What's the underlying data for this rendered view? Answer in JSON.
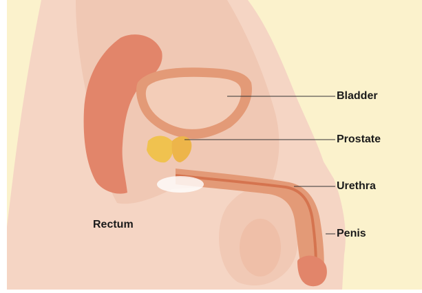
{
  "diagram": {
    "labels": {
      "bladder": "Bladder",
      "prostate": "Prostate",
      "urethra": "Urethra",
      "penis": "Penis",
      "rectum": "Rectum"
    },
    "colors": {
      "background": "#FBF2CC",
      "skin": "#F5D5C4",
      "tissue": "#EBB9A2",
      "organ_wall": "#E39A77",
      "rectum": "#E2856A",
      "prostate": "#F0C24F",
      "leader_line": "#333333"
    }
  }
}
